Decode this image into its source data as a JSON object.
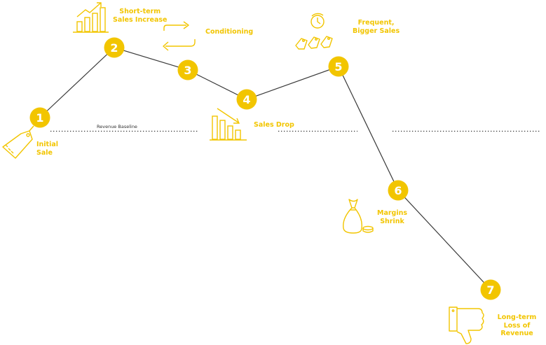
{
  "colors": {
    "accent": "#F2C500",
    "line": "#3a3a3a",
    "baseline": "#333333"
  },
  "baseline": {
    "label": "Revenue Baseline"
  },
  "steps": [
    {
      "number": "1",
      "label": "Initial\nSale",
      "icon": "price-tag-icon"
    },
    {
      "number": "2",
      "label": "Short-term\nSales Increase",
      "icon": "rising-bar-chart-icon"
    },
    {
      "number": "3",
      "label": "Conditioning",
      "icon": "cycle-arrows-icon"
    },
    {
      "number": "4",
      "label": "Sales Drop",
      "icon": "falling-bar-chart-icon"
    },
    {
      "number": "5",
      "label": "Frequent,\nBigger Sales",
      "icon": "clock-and-tags-icon"
    },
    {
      "number": "6",
      "label": "Margins\nShrink",
      "icon": "money-bag-icon"
    },
    {
      "number": "7",
      "label": "Long-term\nLoss of Revenue",
      "icon": "thumbs-down-icon"
    }
  ]
}
